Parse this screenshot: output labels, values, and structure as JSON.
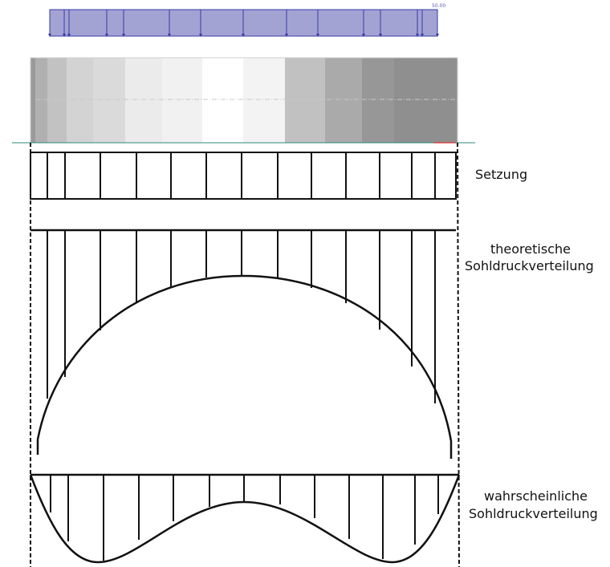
{
  "load_label": "50.00",
  "colors": {
    "load_fill": "#a3a3d3",
    "load_stroke": "#3a3aa8",
    "ground_line": "#2e8b7a",
    "soil_bands": [
      "#9a9a9a",
      "#b0b0b0",
      "#c2c2c2",
      "#d3d3d3",
      "#dadada",
      "#ebebeb",
      "#f1f1f1",
      "#ffffff",
      "#f3f3f3",
      "#c1c1c1",
      "#aaaaaa",
      "#979797",
      "#8f8f8f"
    ]
  },
  "labels": {
    "settlement": "Setzung",
    "theoretical_line1": "theoretische",
    "theoretical_line2": "Sohldruckverteilung",
    "probable_line1": "wahrscheinliche",
    "probable_line2": "Sohldruckverteilung"
  }
}
